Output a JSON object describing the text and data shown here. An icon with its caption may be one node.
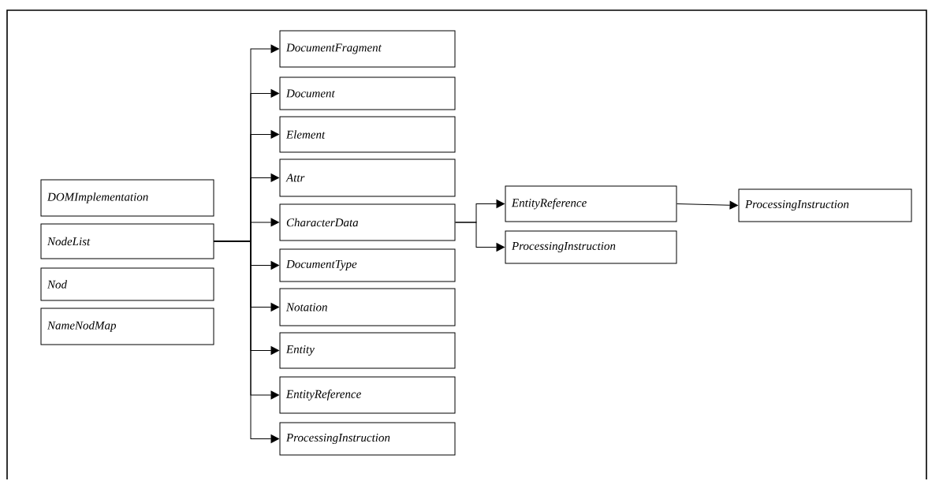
{
  "diagram": {
    "nodes": [
      {
        "text": [
          "DOMImplementation"
        ]
      },
      {
        "text": [
          "NodeList"
        ]
      },
      {
        "text": [
          "Nod"
        ]
      },
      {
        "text": [
          "NameNodMap"
        ]
      },
      {
        "text": [
          "DocumentFragment"
        ]
      },
      {
        "text": [
          "Document"
        ]
      },
      {
        "text": [
          "Element"
        ]
      },
      {
        "text": [
          "Attr"
        ]
      },
      {
        "text": [
          "CharacterData"
        ]
      },
      {
        "text": [
          "DocumentType"
        ]
      },
      {
        "text": [
          "Notation"
        ]
      },
      {
        "text": [
          "Entity"
        ]
      },
      {
        "text": [
          "EntityReference"
        ]
      },
      {
        "text": [
          "ProcessingInstruction"
        ]
      },
      {
        "text": [
          "EntityReference"
        ]
      },
      {
        "text": [
          "ProcessingInstruction"
        ]
      },
      {
        "text": [
          "ProcessingInstruction"
        ]
      }
    ],
    "edges": [
      {
        "from": 1,
        "to": 4,
        "arrow": "to"
      },
      {
        "from": 1,
        "to": 5,
        "arrow": "to"
      },
      {
        "from": 1,
        "to": 6,
        "arrow": "to"
      },
      {
        "from": 1,
        "to": 7,
        "arrow": "to"
      },
      {
        "from": 1,
        "to": 8,
        "arrow": "to"
      },
      {
        "from": 1,
        "to": 9,
        "arrow": "to"
      },
      {
        "from": 1,
        "to": 10,
        "arrow": "to"
      },
      {
        "from": 1,
        "to": 11,
        "arrow": "to"
      },
      {
        "from": 1,
        "to": 12,
        "arrow": "to"
      },
      {
        "from": 1,
        "to": 13,
        "arrow": "to"
      },
      {
        "from": 8,
        "to": 14,
        "arrow": "to"
      },
      {
        "from": 8,
        "to": 15,
        "arrow": "to"
      },
      {
        "from": 14,
        "to": 16,
        "arrow": "to"
      }
    ]
  }
}
